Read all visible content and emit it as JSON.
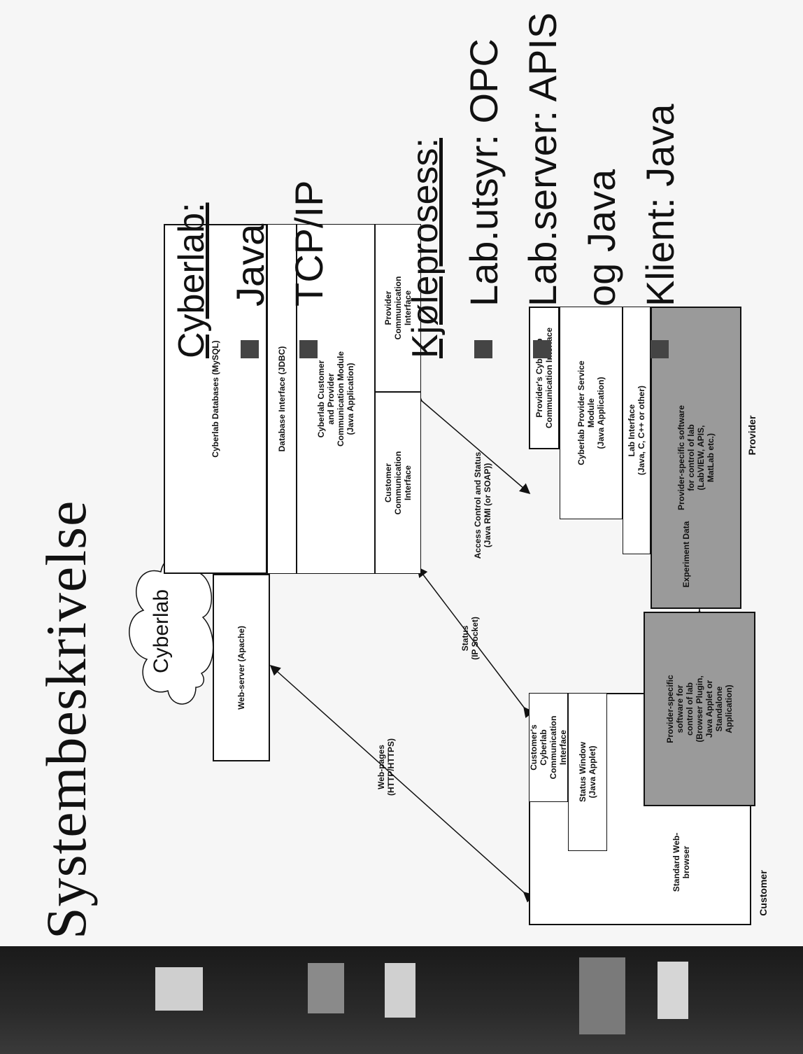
{
  "title": "Systembeskrivelse",
  "diagram": {
    "cloud_label": "Cyberlab",
    "server": {
      "web_server": "Web-server (Apache)",
      "database": "Cyberlab Databases (MySQL)",
      "db_interface": "Database Interface (JDBC)",
      "comm_module": "Cyberlab Customer\nand Provider\nCommunication Module\n(Java Application)",
      "customer_comm_if": "Customer\nCommunication\nInterface",
      "provider_comm_if": "Provider\nCommunication\nInterface"
    },
    "customer": {
      "label": "Customer",
      "browser": "Standard Web-\nbrowser",
      "comm_if": "Customer's\nCyberlab\nCommunication\nInterface",
      "status_window": "Status Window\n(Java Applet)",
      "provider_sw": "Provider-specific\nsoftware for\ncontrol of lab\n(Browser Plugin,\nJava Applet or\nStandalone\nApplication)"
    },
    "provider": {
      "label": "Provider",
      "comm_if": "Provider's Cyberlab\nCommunication Interface",
      "service_module": "Cyberlab Provider Service\nModule\n(Java Application)",
      "lab_if": "Lab Interface\n(Java, C, C++ or other)",
      "provider_sw": "Provider-specific software\nfor control of lab\n(LabVIEW, APIS,\nMatLab etc.)"
    },
    "links": {
      "web_pages": "Web-pages\n(HTTP/HTTPS)",
      "status": "Status\n(IP Socket)",
      "access": "Access Control and Status\n(Java RMI (or SOAP))",
      "experiment": "Experiment Data"
    }
  },
  "bullets": {
    "section1": {
      "heading": "Cyberlab:",
      "items": [
        "Java",
        "TCP/IP"
      ]
    },
    "section2": {
      "heading": "Kjøleprosess:",
      "items": [
        "Lab.utsyr: OPC",
        "Lab.server: APIS",
        "og Java",
        "Klient: Java"
      ]
    }
  },
  "colors": {
    "dark_strip": "#222222",
    "shaded_box": "#9a9a9a"
  }
}
